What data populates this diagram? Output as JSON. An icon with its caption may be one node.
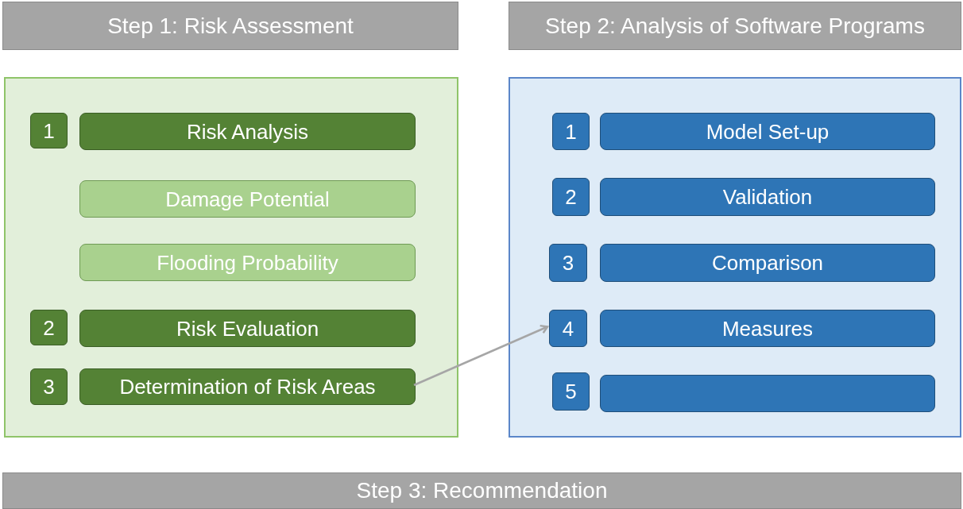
{
  "diagram": {
    "nodes": [
      {
        "text": [
          "Step 1: Risk Assessment"
        ]
      },
      {
        "text": [
          "Step 2: Analysis of Software Programs"
        ]
      },
      {
        "text": [],
        "shape": "box"
      },
      {
        "text": [
          "1"
        ],
        "in": 2
      },
      {
        "text": [
          "Risk Analysis"
        ],
        "in": 2
      },
      {
        "text": [
          "Damage Potential"
        ],
        "in": 2
      },
      {
        "text": [
          "Flooding Probability"
        ],
        "in": 2
      },
      {
        "text": [
          "2"
        ],
        "in": 2
      },
      {
        "text": [
          "Risk Evaluation"
        ],
        "in": 2
      },
      {
        "text": [
          "3"
        ],
        "in": 2
      },
      {
        "text": [
          "Determination of Risk Areas"
        ],
        "in": 2
      },
      {
        "text": [],
        "shape": "box"
      },
      {
        "text": [
          "1"
        ],
        "in": 11
      },
      {
        "text": [
          "Model Set-up"
        ],
        "in": 11
      },
      {
        "text": [
          "2"
        ],
        "in": 11
      },
      {
        "text": [
          "Validation"
        ],
        "in": 11
      },
      {
        "text": [
          "3"
        ],
        "in": 11
      },
      {
        "text": [
          "Comparison"
        ],
        "in": 11
      },
      {
        "text": [
          "4"
        ],
        "in": 11
      },
      {
        "text": [
          "Measures"
        ],
        "in": 11
      },
      {
        "text": [
          "5"
        ],
        "in": 11
      },
      {
        "text": [],
        "shape": "box",
        "in": 11
      },
      {
        "text": [
          "Step 3: Recommendation"
        ]
      }
    ],
    "edges": [
      {
        "from": 10,
        "to": 18,
        "arrow": "to",
        "color": "#a6a6a6"
      }
    ]
  }
}
